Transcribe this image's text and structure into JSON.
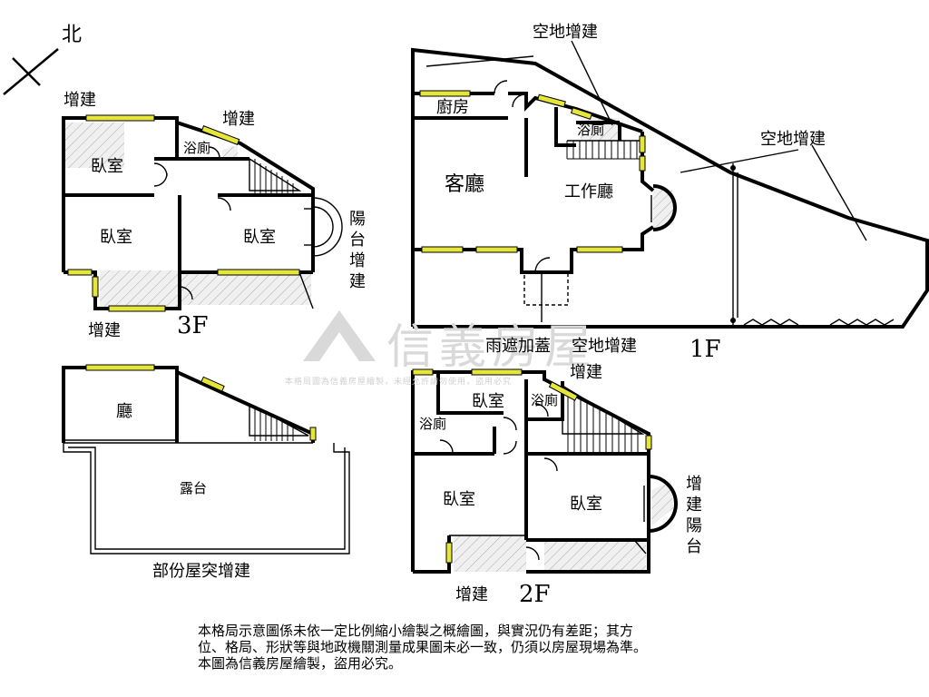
{
  "compass": {
    "label": "北"
  },
  "floor3": {
    "title": "3F",
    "rooms": [
      "臥室",
      "臥室",
      "臥室",
      "浴廁"
    ],
    "additions": [
      "增建",
      "增建",
      "增建"
    ],
    "balcony_addition": "陽台增建"
  },
  "roof": {
    "hall": "廳",
    "terrace": "露台",
    "caption": "部份屋突增建"
  },
  "floor1": {
    "title": "1F",
    "kitchen": "廚房",
    "living": "客廳",
    "workroom": "工作廳",
    "bath": "浴廁",
    "open_add_top": "空地增建",
    "open_add_right": "空地增建",
    "awning": "雨遮加蓋",
    "open_add_front": "空地增建"
  },
  "floor2": {
    "title": "2F",
    "rooms": [
      "臥室",
      "臥室",
      "臥室"
    ],
    "baths": [
      "浴廁",
      "浴廁"
    ],
    "additions": [
      "增建",
      "增建"
    ],
    "balcony_addition": "增建陽台"
  },
  "watermark": {
    "brand": "信義房屋",
    "notice": "本格局圖為信義房屋繪製，未經允許請勿使用，盜用必究"
  },
  "footnote": {
    "line1": "本格局示意圖係未依一定比例縮小繪製之概繪圖，與實況仍有差距；其方",
    "line2": "位、格局、形狀等與地政機關測量成果圖未必一致，仍須以房屋現場為準。",
    "line3": "本圖為信義房屋繪製，盜用必究。"
  }
}
